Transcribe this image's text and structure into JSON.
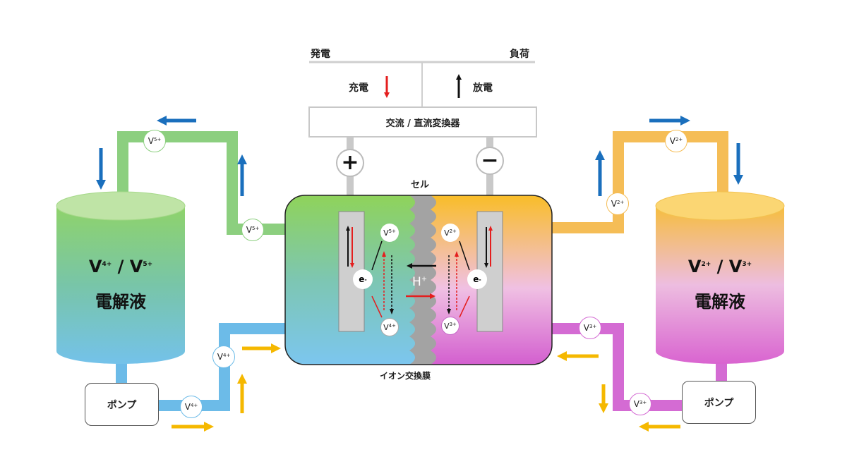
{
  "top": {
    "left_label": "発電",
    "right_label": "負荷",
    "charge_label": "充電",
    "discharge_label": "放電",
    "converter_label": "交流 / 直流変換器"
  },
  "cell": {
    "label": "セル",
    "membrane_label": "イオン交換膜",
    "proton_ion": "H",
    "proton_charge": "+",
    "electron": "e",
    "electron_charge": "-",
    "positive_terminal": "+",
    "negative_terminal": "−"
  },
  "left_tank": {
    "ion_a": "V",
    "ion_a_charge": "4+",
    "separator": " / ",
    "ion_b": "V",
    "ion_b_charge": "5+",
    "label": "電解液",
    "pump_label": "ポンプ"
  },
  "right_tank": {
    "ion_a": "V",
    "ion_a_charge": "2+",
    "separator": " / ",
    "ion_b": "V",
    "ion_b_charge": "3+",
    "label": "電解液",
    "pump_label": "ポンプ"
  },
  "ions": {
    "v5_pipe_top": {
      "sym": "V",
      "charge": "5+"
    },
    "v5_pipe_mid": {
      "sym": "V",
      "charge": "5+"
    },
    "v4_pipe_vertical": {
      "sym": "V",
      "charge": "4+"
    },
    "v4_pipe_bottom": {
      "sym": "V",
      "charge": "4+"
    },
    "v2_pipe_top": {
      "sym": "V",
      "charge": "2+"
    },
    "v2_pipe_mid": {
      "sym": "V",
      "charge": "2+"
    },
    "v3_pipe_mid": {
      "sym": "V",
      "charge": "3+"
    },
    "v3_pipe_bottom": {
      "sym": "V",
      "charge": "3+"
    },
    "cell_v5": {
      "sym": "V",
      "charge": "5+"
    },
    "cell_v4": {
      "sym": "V",
      "charge": "4+"
    },
    "cell_v2": {
      "sym": "V",
      "charge": "2+"
    },
    "cell_v3": {
      "sym": "V",
      "charge": "3+"
    }
  },
  "colors": {
    "green": "#8ccf7f",
    "blue": "#6cbbe8",
    "orange": "#f5bd56",
    "purple": "#d46bd3",
    "arrow_blue": "#1a6fbd",
    "arrow_yellow": "#f5b800",
    "red": "#e41e1e"
  }
}
